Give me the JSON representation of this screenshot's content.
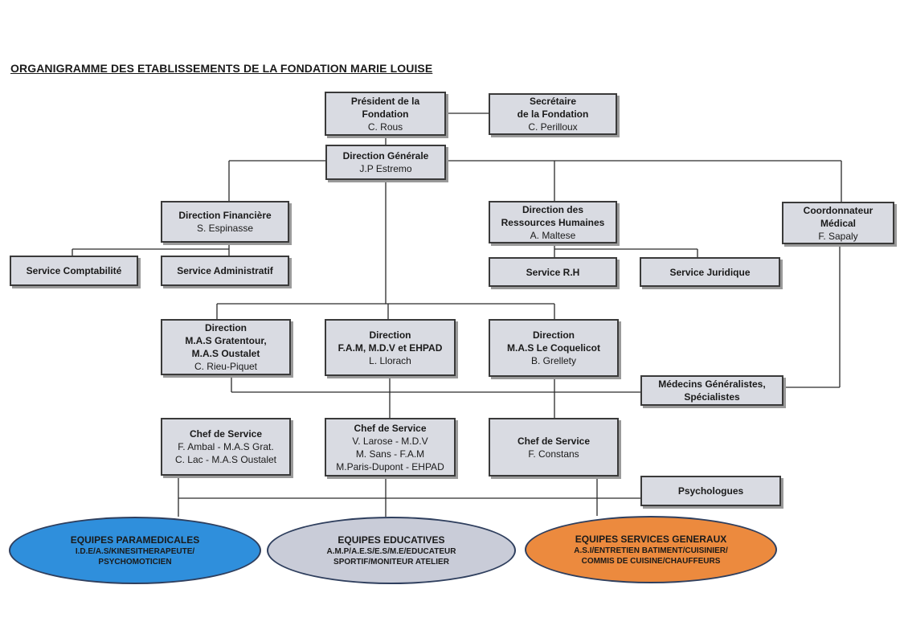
{
  "title": "ORGANIGRAMME DES ETABLISSEMENTS DE LA FONDATION MARIE LOUISE",
  "nodes": {
    "president": {
      "title": "Président de la\nFondation",
      "name": "C. Rous"
    },
    "secretaire": {
      "title": "Secrétaire\nde la Fondation",
      "name": "C. Perilloux"
    },
    "direction_generale": {
      "title": "Direction Générale",
      "name": "J.P Estremo"
    },
    "direction_financiere": {
      "title": "Direction Financière",
      "name": "S. Espinasse"
    },
    "drh": {
      "title": "Direction des\nRessources Humaines",
      "name": "A. Maltese"
    },
    "coordonnateur": {
      "title": "Coordonnateur\nMédical",
      "name": "F. Sapaly"
    },
    "service_comptabilite": {
      "title": "Service Comptabilité"
    },
    "service_administratif": {
      "title": "Service Administratif"
    },
    "service_rh": {
      "title": "Service R.H"
    },
    "service_juridique": {
      "title": "Service Juridique"
    },
    "dir_mas_gratentour": {
      "title": "Direction\nM.A.S Gratentour,\nM.A.S Oustalet",
      "name": "C. Rieu-Piquet"
    },
    "dir_fam": {
      "title": "Direction\nF.A.M, M.D.V et EHPAD",
      "name": "L. Llorach"
    },
    "dir_mas_coquelicot": {
      "title": "Direction\nM.A.S Le Coquelicot",
      "name": "B. Grellety"
    },
    "medecins": {
      "title": "Médecins Généralistes,\nSpécialistes"
    },
    "chef_service_1": {
      "title": "Chef de Service",
      "name": "F. Ambal - M.A.S Grat.\nC. Lac - M.A.S Oustalet"
    },
    "chef_service_2": {
      "title": "Chef de Service",
      "name": "V. Larose - M.D.V\nM. Sans - F.A.M\nM.Paris-Dupont - EHPAD"
    },
    "chef_service_3": {
      "title": "Chef de Service",
      "name": "F. Constans"
    },
    "psychologues": {
      "title": "Psychologues"
    }
  },
  "teams": {
    "paramedicales": {
      "title": "EQUIPES PARAMEDICALES",
      "subtitle": "I.D.E/A.S/KINESITHERAPEUTE/\nPSYCHOMOTICIEN",
      "fill": "#2f8fdc"
    },
    "educatives": {
      "title": "EQUIPES EDUCATIVES",
      "subtitle": "A.M.P/A.E.S/E.S/M.E/EDUCATEUR\nSPORTIF/MONITEUR ATELIER",
      "fill": "#c9ccd8"
    },
    "services_generaux": {
      "title": "EQUIPES SERVICES GENERAUX",
      "subtitle": "A.S.I/ENTRETIEN BATIMENT/CUISINIER/\nCOMMIS DE CUISINE/CHAUFFEURS",
      "fill": "#ec8a3e"
    }
  },
  "colors": {
    "box_fill": "#d9dbe2",
    "border": "#3a3a3a",
    "line": "#2a2a2a"
  }
}
